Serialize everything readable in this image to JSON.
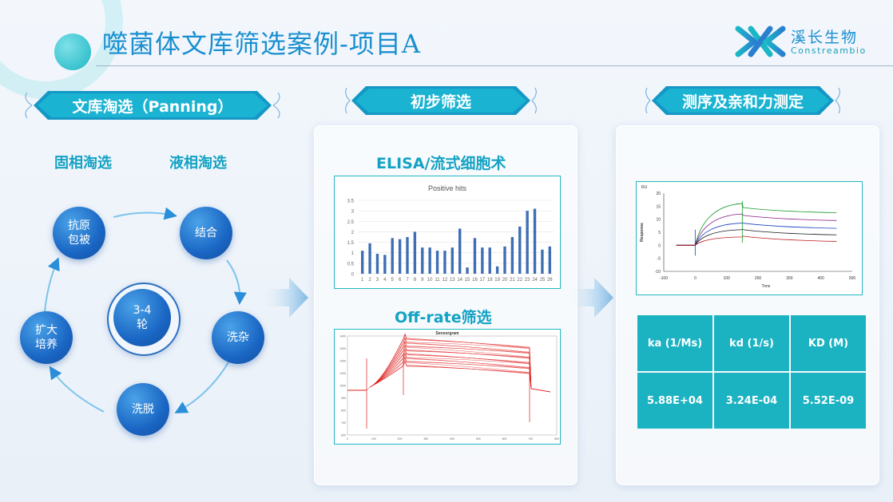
{
  "header": {
    "title": "噬菌体文库筛选案例-项目A",
    "logo_cn": "溪长生物",
    "logo_en": "Constreambio"
  },
  "panels": {
    "panning": {
      "banner": "文库淘选（Panning）",
      "solid_label": "固相淘选",
      "liquid_label": "液相淘选",
      "steps": [
        "抗原\n包被",
        "结合",
        "洗杂",
        "洗脱",
        "扩大\n培养"
      ],
      "rounds": "3-4\n轮"
    },
    "screening": {
      "banner": "初步筛选",
      "elisa_title": "ELISA/流式细胞术",
      "offrate_title": "Off-rate筛选"
    },
    "affinity": {
      "banner": "测序及亲和力测定",
      "kinetics_headers": [
        "ka (1/Ms)",
        "kd (1/s)",
        "KD (M)"
      ],
      "kinetics_values": [
        "5.88E+04",
        "3.24E-04",
        "5.52E-09"
      ]
    }
  },
  "chart_data": [
    {
      "type": "bar",
      "title": "Positive hits",
      "categories": [
        "1",
        "2",
        "3",
        "4",
        "5",
        "6",
        "7",
        "8",
        "9",
        "10",
        "11",
        "12",
        "13",
        "14",
        "15",
        "16",
        "17",
        "18",
        "19",
        "20",
        "21",
        "22",
        "23",
        "24",
        "25",
        "26"
      ],
      "values": [
        1.1,
        1.45,
        0.95,
        0.9,
        1.7,
        1.65,
        1.75,
        2.0,
        1.25,
        1.25,
        1.1,
        1.1,
        1.25,
        2.15,
        0.3,
        1.7,
        1.25,
        1.25,
        0.35,
        1.3,
        1.75,
        2.25,
        3.0,
        3.1,
        1.15,
        1.3
      ],
      "ylim": [
        0,
        3.5
      ],
      "yticks": [
        "0",
        "0.5",
        "1",
        "1.5",
        "2",
        "2.5",
        "3",
        "3.5"
      ],
      "color": "#3e6eb4"
    },
    {
      "type": "line",
      "title": "Sensorgram",
      "xticks": [
        "0",
        "100",
        "200",
        "300",
        "400",
        "500",
        "600",
        "700",
        "800"
      ],
      "yticks": [
        "1400",
        "1300",
        "1200",
        "1100",
        "1000",
        "900",
        "800",
        "700",
        "600"
      ],
      "color": "#e02020"
    },
    {
      "type": "line",
      "ylabel": "Response",
      "xlabel": "Time",
      "unit": "RU",
      "xticks": [
        "-100",
        "0",
        "100",
        "200",
        "300",
        "400",
        "500"
      ],
      "yticks": [
        "20",
        "15",
        "10",
        "5",
        "0",
        "-5",
        "-10"
      ],
      "xlim": [
        -100,
        500
      ],
      "ylim": [
        -10,
        20
      ]
    }
  ]
}
